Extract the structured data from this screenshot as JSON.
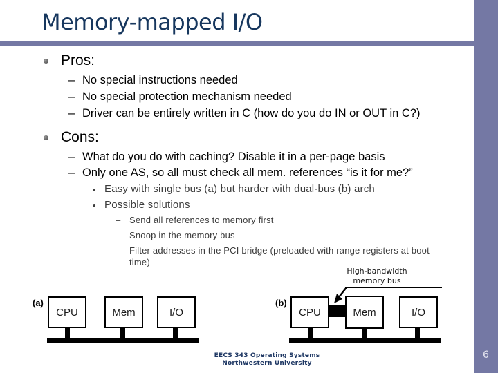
{
  "title": "Memory-mapped I/O",
  "markers": {
    "dash": "–",
    "bullet": "•"
  },
  "content": {
    "pros_header": "Pros:",
    "pros": [
      "No special instructions needed",
      "No special protection mechanism needed",
      "Driver can be entirely written in C (how do you do IN or OUT in C?)"
    ],
    "cons_header": "Cons:",
    "cons": [
      "What do you do with caching? Disable it in a per-page basis",
      "Only one AS, so all must check all mem. references “is it for me?”"
    ],
    "sub_bullets": [
      "Easy with single bus (a) but harder with dual-bus (b) arch",
      "Possible solutions"
    ],
    "solutions": [
      "Send all references to memory first",
      "Snoop in the memory bus",
      "Filter addresses in the PCI bridge (preloaded with range registers at boot time)"
    ]
  },
  "diagram": {
    "bus_label": {
      "line1": "High-bandwidth",
      "line2": "memory bus"
    },
    "a": {
      "label": "(a)",
      "boxes": [
        "CPU",
        "Mem",
        "I/O"
      ]
    },
    "b": {
      "label": "(b)",
      "boxes": [
        "CPU",
        "Mem",
        "I/O"
      ]
    }
  },
  "footer": {
    "line1": "EECS 343 Operating Systems",
    "line2": "Northwestern University"
  },
  "page_number": "6",
  "colors": {
    "accent": "#7478A4",
    "title_text": "#17375E",
    "footer_text": "#1F3864"
  }
}
